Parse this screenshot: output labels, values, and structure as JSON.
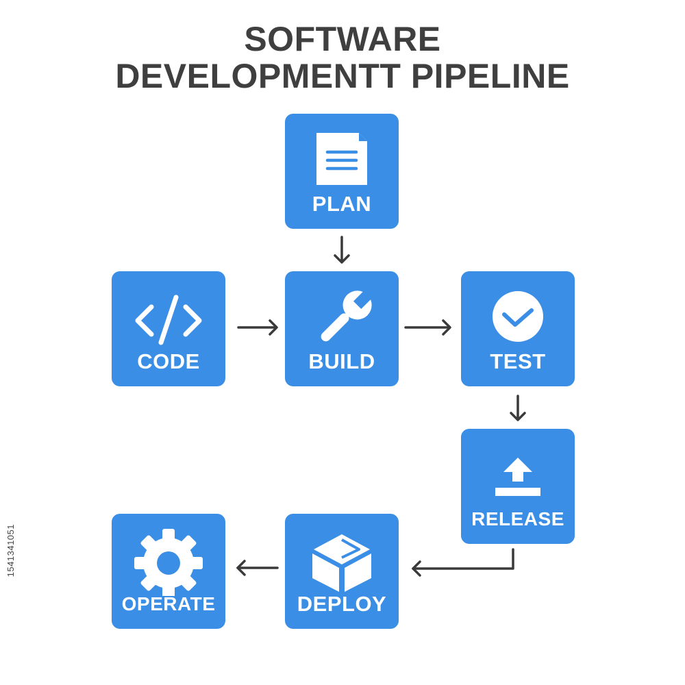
{
  "title": {
    "line1": "SOFTWARE",
    "line2": "DEVELOPMENTT PIPELINE"
  },
  "colors": {
    "node_fill": "#3b8ee6",
    "title_text": "#3f3f3f",
    "arrow": "#3a3a3a",
    "label_text": "#ffffff"
  },
  "nodes": {
    "plan": {
      "label": "PLAN",
      "icon": "document-icon"
    },
    "code": {
      "label": "CODE",
      "icon": "code-brackets-icon"
    },
    "build": {
      "label": "BUILD",
      "icon": "wrench-icon"
    },
    "test": {
      "label": "TEST",
      "icon": "check-circle-icon"
    },
    "release": {
      "label": "RELEASE",
      "icon": "upload-icon"
    },
    "deploy": {
      "label": "DEPLOY",
      "icon": "box-icon"
    },
    "operate": {
      "label": "OPERATE",
      "icon": "gear-icon"
    }
  },
  "connections": [
    {
      "from": "plan",
      "to": "build"
    },
    {
      "from": "code",
      "to": "build"
    },
    {
      "from": "build",
      "to": "test"
    },
    {
      "from": "test",
      "to": "release"
    },
    {
      "from": "release",
      "to": "deploy"
    },
    {
      "from": "deploy",
      "to": "operate"
    }
  ],
  "watermark": "1541341051"
}
